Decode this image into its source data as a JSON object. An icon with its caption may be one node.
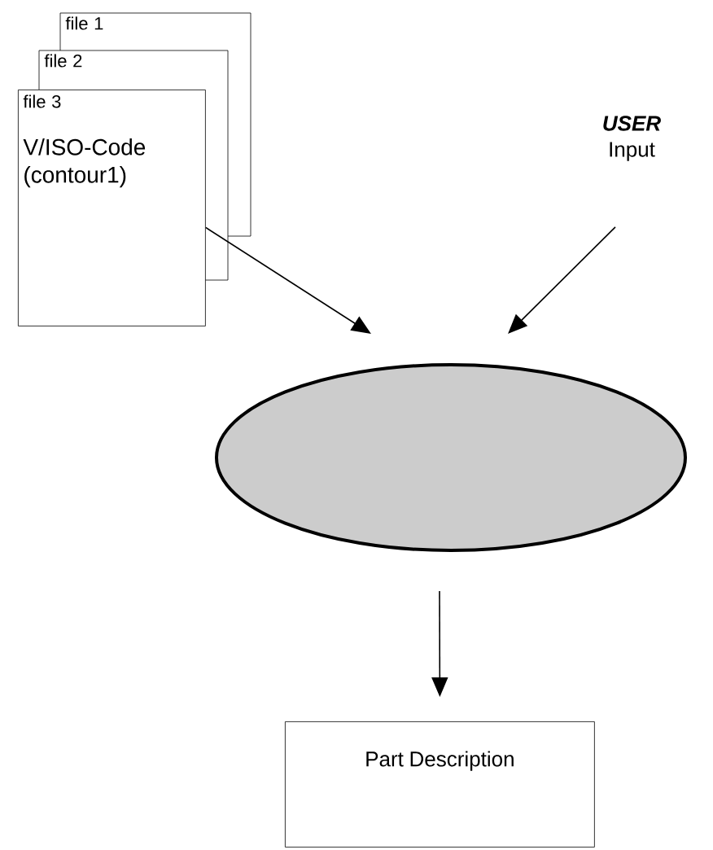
{
  "diagram": {
    "nodes": [
      {
        "text": [
          "file 1"
        ]
      },
      {
        "text": [
          "file 2"
        ]
      },
      {
        "text": [
          "file 3",
          "V/ISO-Code (contour1)"
        ]
      },
      {
        "text": [
          "USER",
          "Input"
        ]
      },
      {
        "text": [],
        "shape": "ellipse"
      },
      {
        "text": [
          "Part Description"
        ]
      }
    ],
    "edges": [
      {
        "from": 2,
        "to": 4,
        "arrow": "to"
      },
      {
        "from": 3,
        "to": 4,
        "arrow": "to"
      },
      {
        "from": 4,
        "to": 5,
        "arrow": "to"
      }
    ]
  }
}
